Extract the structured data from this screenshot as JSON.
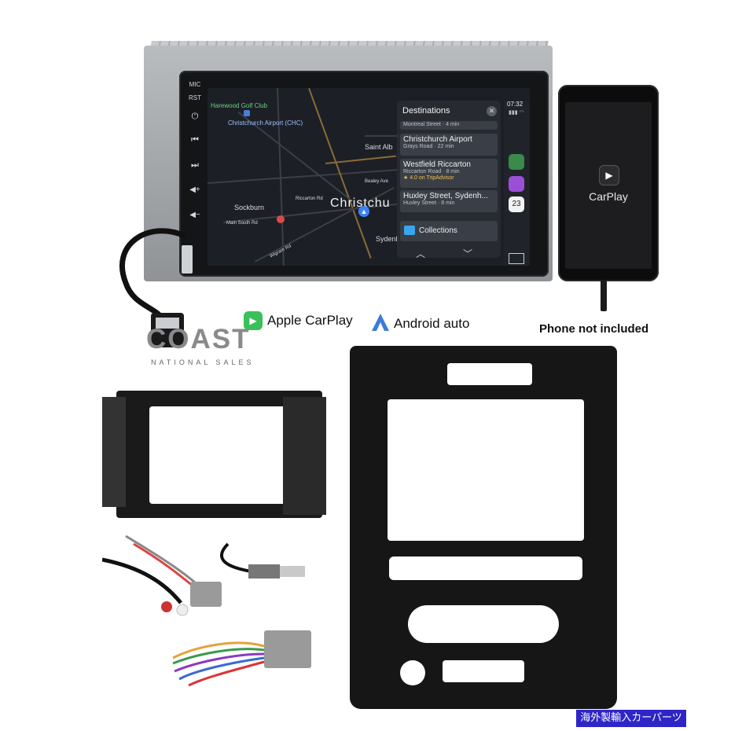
{
  "head_unit": {
    "side_buttons": {
      "mic": "MIC",
      "rst": "RST"
    },
    "map": {
      "labels": [
        "Harewood Golf Club",
        "Christchurch Airport (CHC)",
        "Saint Alb",
        "Bealey Ave",
        "Sockburn",
        "Riccarton Rd",
        "Christchu",
        "Main South Rd",
        "Sydenham",
        "Wigram Rd"
      ]
    },
    "destinations": {
      "title": "Destinations",
      "partial_item": "Montreal Street · 4 min",
      "items": [
        {
          "title": "Christchurch Airport",
          "sub": "Grays Road · 22 min",
          "rating": ""
        },
        {
          "title": "Westfield Riccarton",
          "sub": "Riccarton Road · 8 min",
          "rating": "★ 4.0 on TripAdvisor"
        },
        {
          "title": "Huxley Street, Sydenh...",
          "sub": "Huxley Street · 8 min",
          "rating": ""
        }
      ],
      "collections_label": "Collections"
    },
    "status": {
      "time": "07:32",
      "calendar_day": "23"
    }
  },
  "phone": {
    "label": "CarPlay"
  },
  "badges": {
    "apple_carplay": "Apple CarPlay",
    "android_auto": "Android auto",
    "phone_note": "Phone not included"
  },
  "brand": {
    "name": "COAST",
    "tagline": "NATIONAL SALES"
  },
  "footer_tag": "海外製輸入カーパーツ",
  "colors": {
    "carplay_green": "#39c05a",
    "android_blue": "#3d7bd9",
    "tag_blue": "#2e25c7"
  }
}
